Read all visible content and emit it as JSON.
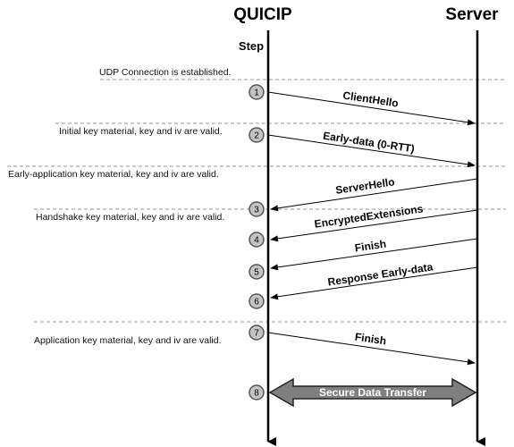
{
  "participants": {
    "client": "QUICIP",
    "server": "Server"
  },
  "step_label": "Step",
  "notes": [
    "UDP Connection is established.",
    "Initial key material, key and iv are valid.",
    "Early-application key material, key and iv are valid.",
    "Handshake key material, key and iv are valid.",
    "Application key material, key and iv are valid."
  ],
  "steps": [
    "1",
    "2",
    "3",
    "4",
    "5",
    "6",
    "7",
    "8"
  ],
  "messages": [
    {
      "label": "ClientHello",
      "step": "1",
      "direction": "client-to-server"
    },
    {
      "label": "Early-data (0-RTT)",
      "step": "2",
      "direction": "client-to-server"
    },
    {
      "label": "ServerHello",
      "step": "3",
      "direction": "server-to-client"
    },
    {
      "label": "EncryptedExtensions",
      "step": "4",
      "direction": "server-to-client"
    },
    {
      "label": "Finish",
      "step": "5",
      "direction": "server-to-client"
    },
    {
      "label": "Response Early-data",
      "step": "6",
      "direction": "server-to-client"
    },
    {
      "label": "Finish",
      "step": "7",
      "direction": "client-to-server"
    }
  ],
  "secure_transfer": {
    "label": "Secure Data Transfer",
    "step": "8",
    "direction": "bidirectional"
  }
}
